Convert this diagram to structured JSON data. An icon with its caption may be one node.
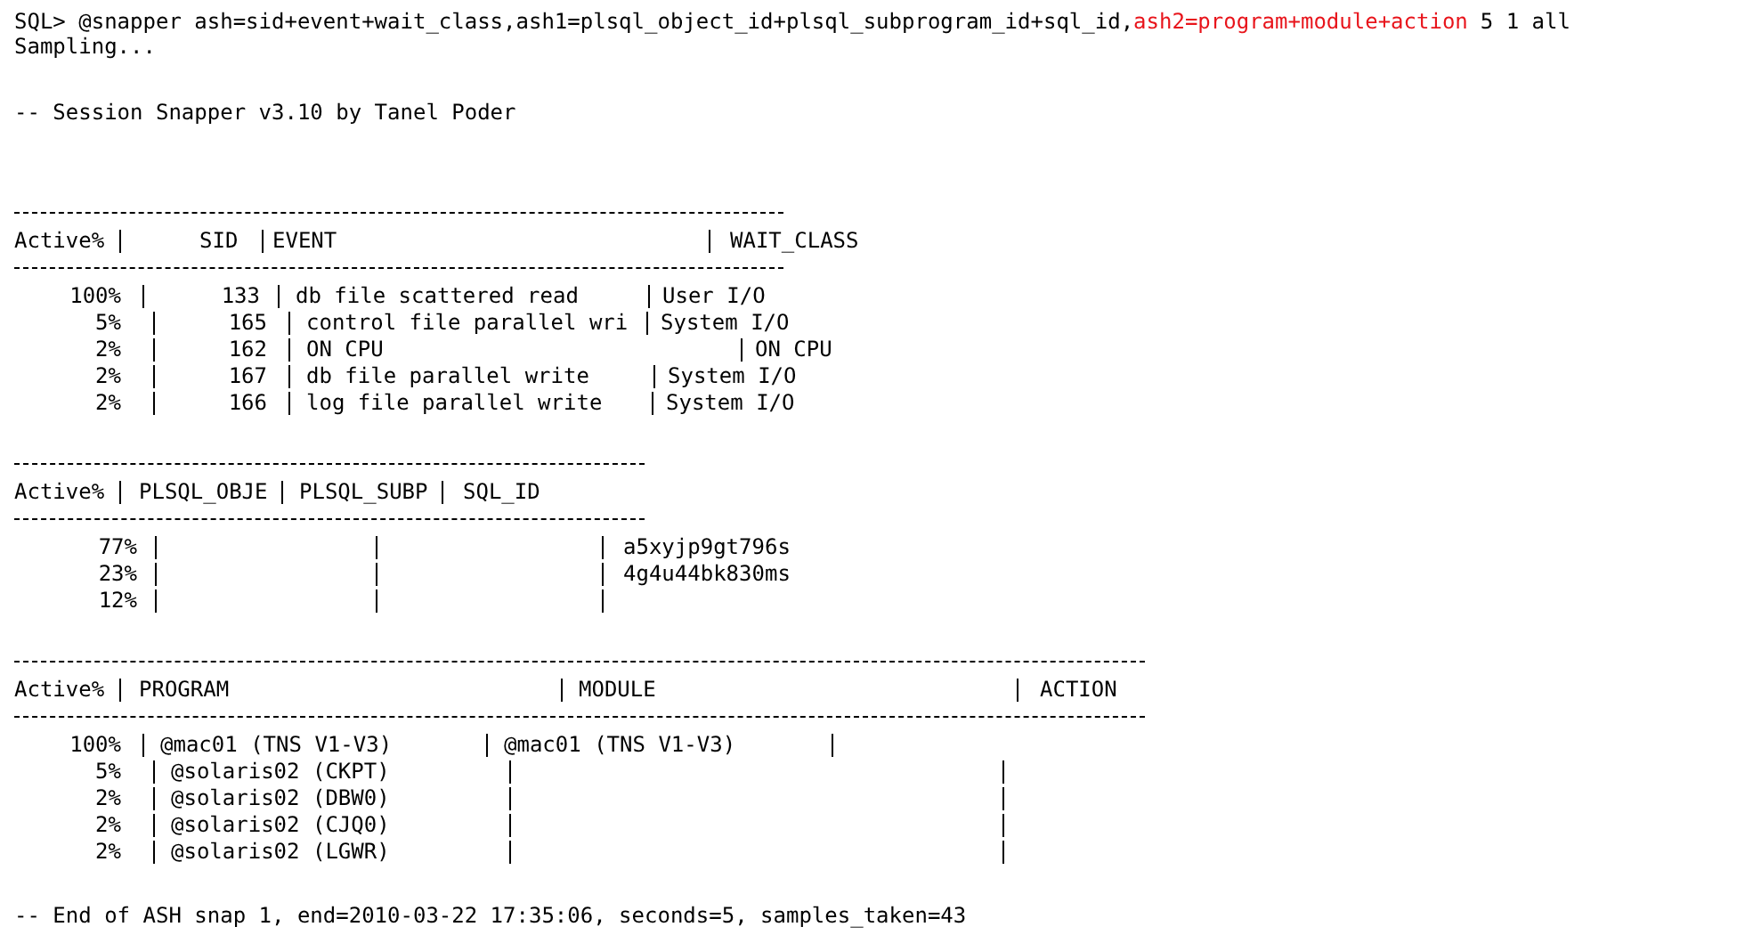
{
  "diagram": {
    "labels": [
      "SQL> @snapper ash=sid+event+wait_class,ash1=plsql_object_id+plsql_subprogram_id+sql_id,",
      "ash2=program+module+action",
      "5 1 all",
      "Sampling...",
      "-- Session Snapper v3.10 by Tanel Poder",
      "Active%",
      "SID",
      "EVENT",
      "WAIT_CLASS",
      "100%",
      "133",
      "db file scattered read",
      "User I/O",
      "5%",
      "165",
      "control file parallel wri",
      "System I/O",
      "2%",
      "162",
      "ON CPU",
      "ON CPU",
      "2%",
      "167",
      "db file parallel write",
      "System I/O",
      "2%",
      "166",
      "log file parallel write",
      "System I/O",
      "Active%",
      "PLSQL_OBJE",
      "PLSQL_SUBP",
      "SQL_ID",
      "77%",
      "a5xyjp9gt796s",
      "23%",
      "4g4u44bk830ms",
      "12%",
      "Active%",
      "PROGRAM",
      "MODULE",
      "ACTION",
      "100%",
      "@mac01 (TNS V1-V3)",
      "@mac01 (TNS V1-V3)",
      "5%",
      "@solaris02 (CKPT)",
      "2%",
      "@solaris02 (DBW0)",
      "2%",
      "@solaris02 (CJQ0)",
      "2%",
      "@solaris02 (LGWR)",
      "-- End of ASH snap 1, end=2010-03-22 17:35:06, seconds=5, samples_taken=43"
    ]
  }
}
